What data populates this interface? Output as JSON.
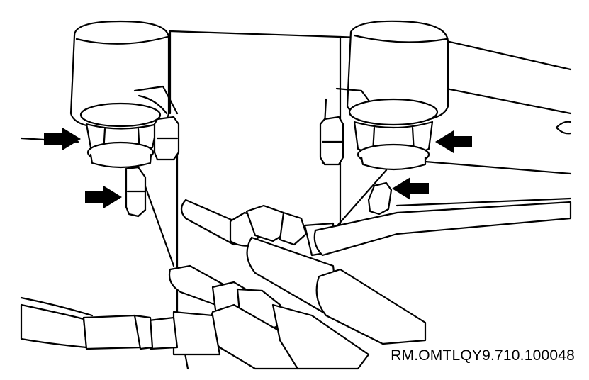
{
  "figure": {
    "reference_code": "RM.OMTLQY9.710.100048"
  },
  "colors": {
    "line": "#000000",
    "background": "#ffffff"
  },
  "callouts": [
    {
      "name": "arrow-left-bolt",
      "icon": "arrow-right-icon"
    },
    {
      "name": "arrow-left-lower-nut",
      "icon": "arrow-right-icon"
    },
    {
      "name": "arrow-right-bolt",
      "icon": "arrow-left-icon"
    },
    {
      "name": "arrow-right-lower-nut",
      "icon": "arrow-left-icon"
    }
  ]
}
